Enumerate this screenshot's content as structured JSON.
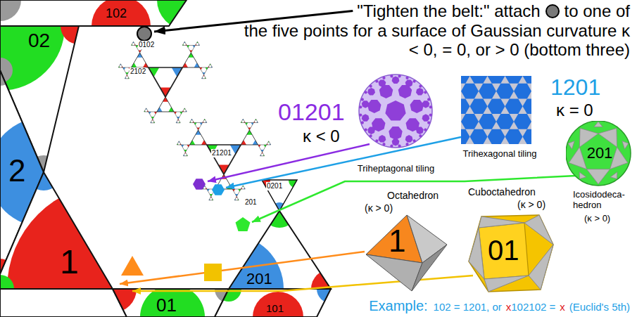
{
  "diagram": {
    "nodes": [
      {
        "text": [
          "Triheptagonal tiling"
        ]
      },
      {
        "text": [
          "Trihexagonal tiling"
        ]
      },
      {
        "text": [
          "Octahedron",
          "(κ > 0)",
          "1"
        ]
      },
      {
        "text": [
          "Cuboctahedron",
          "(κ > 0)",
          "01"
        ]
      },
      {
        "text": [
          "201",
          "Icosidodeca- hedron",
          "(κ > 0)"
        ]
      }
    ],
    "labels": [
      "\"Tighten the belt:\" attach",
      "to one of",
      "the five points for a surface of Gaussian curvature κ < 0, = 0, or > 0 (bottom three)",
      "102",
      "02",
      "2",
      "1",
      "01",
      "201",
      "101",
      "0102",
      "2102",
      "21201",
      "201",
      "0201",
      "01201",
      "κ < 0",
      "1201",
      "κ = 0",
      "Example:",
      "102 = 1201, or",
      "x",
      "102102 =",
      "x",
      "(Euclid's 5th)"
    ]
  }
}
